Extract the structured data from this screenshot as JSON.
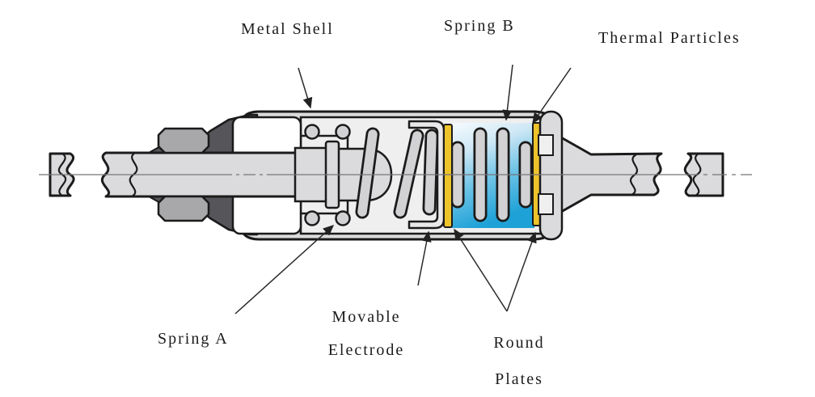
{
  "diagram": {
    "labels": {
      "metal_shell": "Metal Shell",
      "spring_b": "Spring B",
      "thermal_particles": "Thermal Particles",
      "spring_a": "Spring A",
      "movable_electrode_line1": "Movable",
      "movable_electrode_line2": "Electrode",
      "round_plates_line1": "Round",
      "round_plates_line2": "Plates"
    },
    "colors": {
      "outline": "#1b1b1b",
      "body_gray": "#dbdbdd",
      "chamber_gray": "#efeff0",
      "cavity_white": "#ffffff",
      "sleeve_gray": "#a8a8ab",
      "end_wedge_dark": "#55555a",
      "coil_gray": "#d2d2d4",
      "plate_yellow": "#edc32c",
      "thermal_blue_light": "#f6fbfe",
      "thermal_blue_dark": "#1ea1d7",
      "centerline_gray": "#767679",
      "background": "#ffffff"
    }
  }
}
